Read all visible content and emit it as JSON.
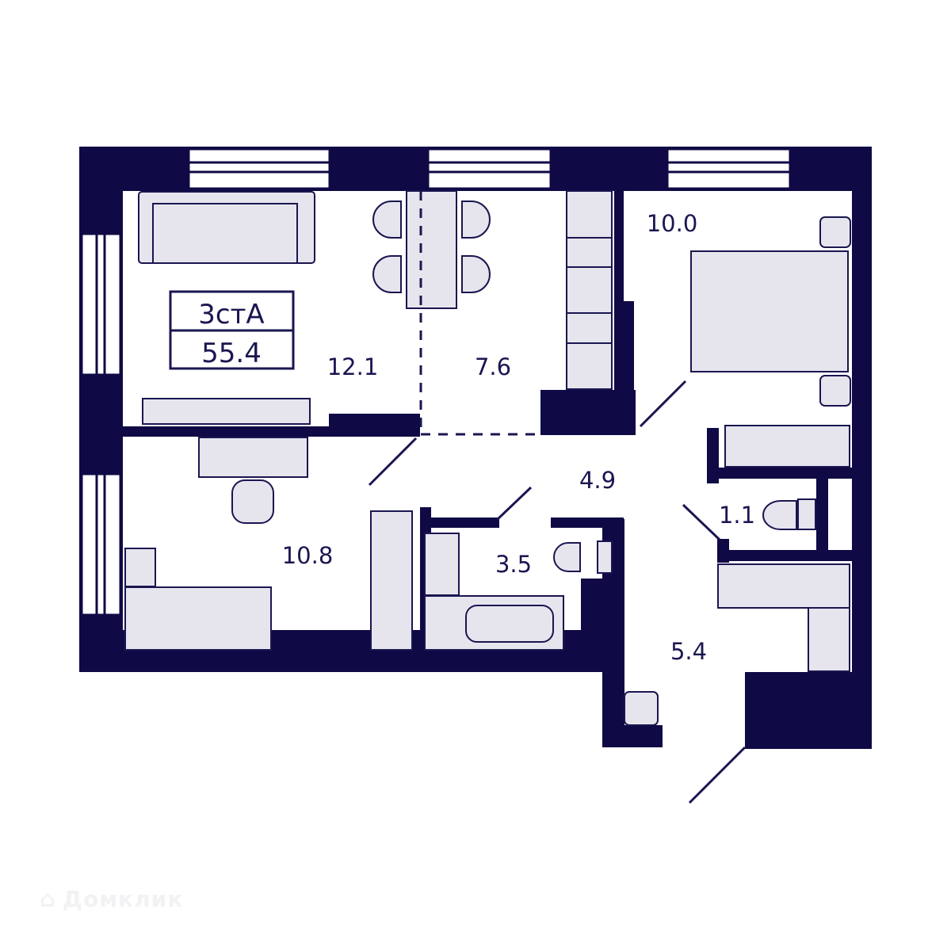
{
  "plan": {
    "type_code": "3стА",
    "total_area": "55.4",
    "colors": {
      "wall": "#0f0a45",
      "furniture": "#e6e5ee",
      "line": "#1a1650",
      "window": "#ffffff"
    }
  },
  "rooms": [
    {
      "id": "living",
      "area": "12.1"
    },
    {
      "id": "kitchen",
      "area": "7.6"
    },
    {
      "id": "bedroom",
      "area": "10.0"
    },
    {
      "id": "kids-room",
      "area": "10.8"
    },
    {
      "id": "hallway",
      "area": "4.9"
    },
    {
      "id": "bathroom",
      "area": "3.5"
    },
    {
      "id": "toilet",
      "area": "1.1"
    },
    {
      "id": "entrance",
      "area": "5.4"
    }
  ],
  "watermark": {
    "text": "Домклик"
  }
}
